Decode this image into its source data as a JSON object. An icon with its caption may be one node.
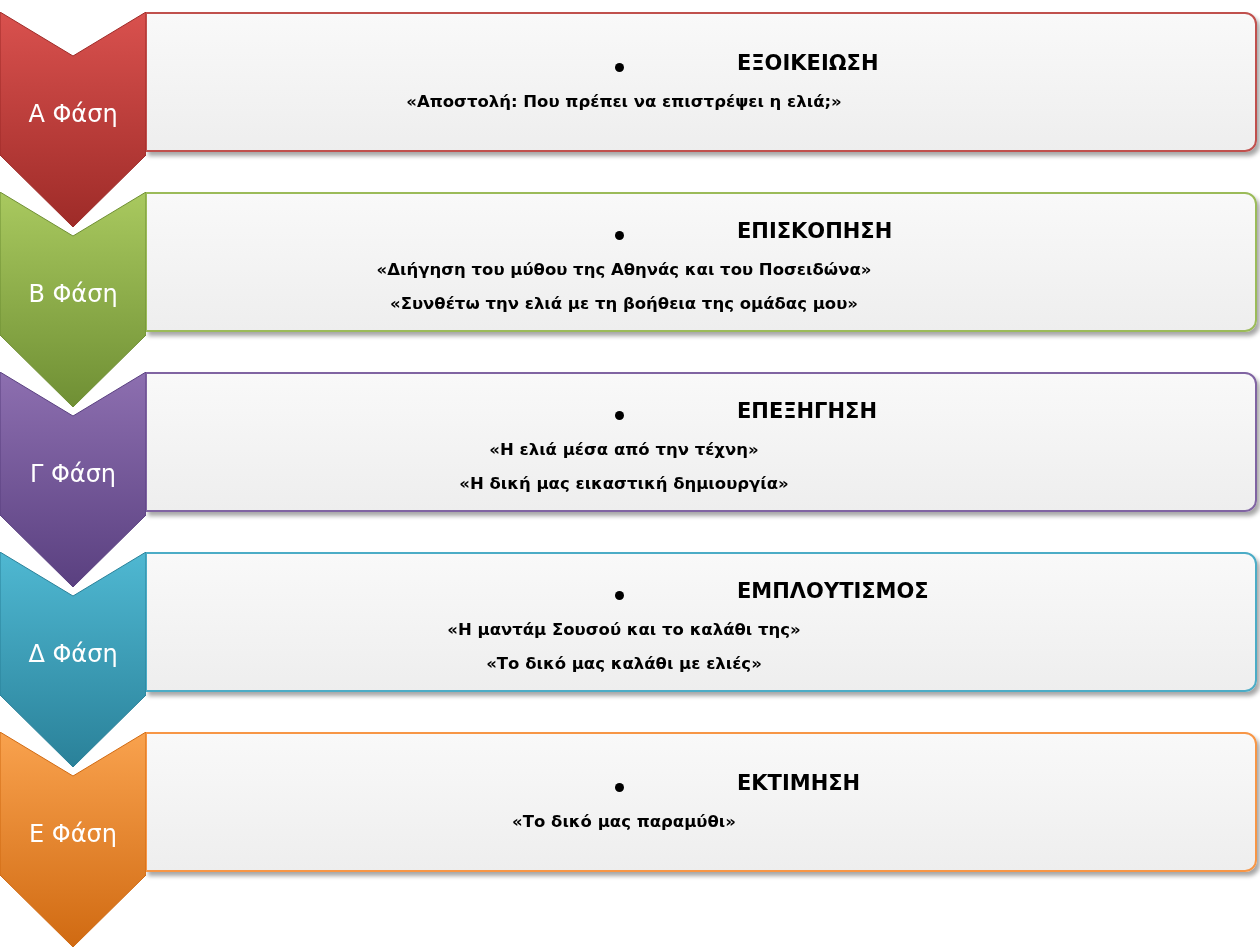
{
  "diagram": {
    "nodes": [
      {
        "text": [
          "Α Φάση"
        ]
      },
      {
        "text": [
          "ΕΞΟΙΚΕΙΩΣΗ",
          "«Αποστολή: Που πρέπει να επιστρέψει η ελιά;»"
        ]
      },
      {
        "text": [
          "Β Φάση"
        ]
      },
      {
        "text": [
          "ΕΠΙΣΚΟΠΗΣΗ",
          "«Διήγηση του μύθου της Αθηνάς και του Ποσειδώνα»",
          "«Συνθέτω την ελιά με τη βοήθεια της ομάδας μου»"
        ]
      },
      {
        "text": [
          "Γ Φάση"
        ]
      },
      {
        "text": [
          "ΕΠΕΞΗΓΗΣΗ",
          "«Η ελιά μέσα από την τέχνη»",
          "«Η δική μας εικαστική δημιουργία»"
        ]
      },
      {
        "text": [
          "Δ Φάση"
        ]
      },
      {
        "text": [
          "ΕΜΠΛΟΥΤΙΣΜΟΣ",
          "«Η μαντάμ Σουσού και το καλάθι της»",
          "«Το δικό μας καλάθι με ελιές»"
        ]
      },
      {
        "text": [
          "Ε Φάση"
        ]
      },
      {
        "text": [
          "ΕΚΤΙΜΗΣΗ",
          "«Το δικό μας παραμύθι»"
        ]
      }
    ]
  }
}
